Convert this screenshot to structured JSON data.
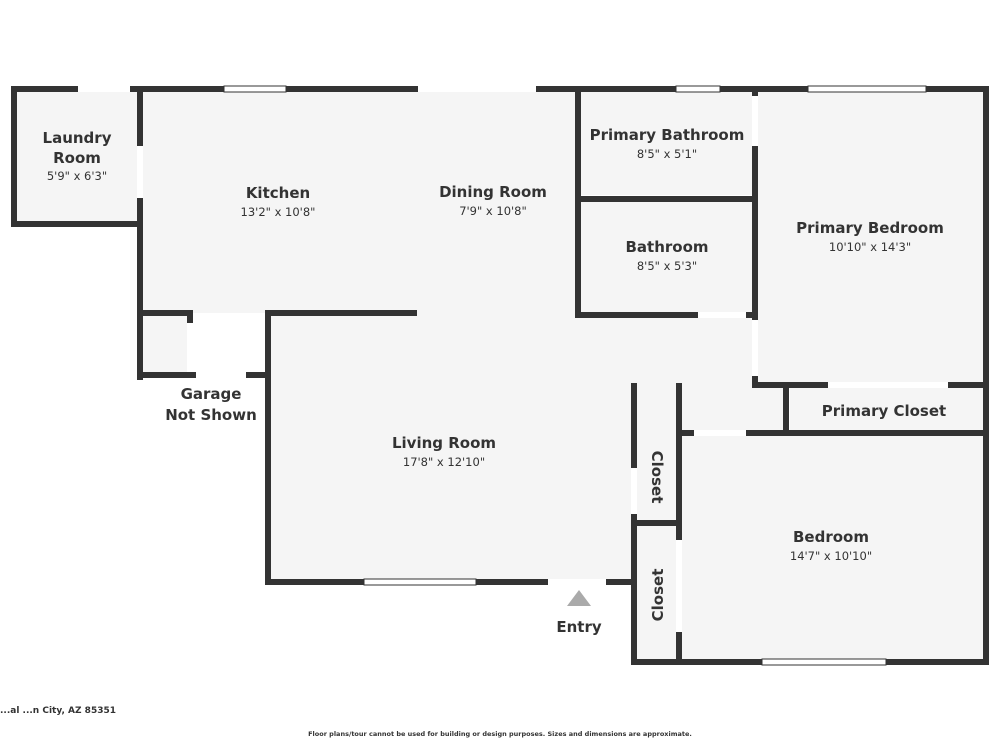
{
  "rooms": {
    "laundry": {
      "name_line1": "Laundry",
      "name_line2": "Room",
      "dims": "5'9\" x 6'3\""
    },
    "kitchen": {
      "name": "Kitchen",
      "dims": "13'2\" x 10'8\""
    },
    "dining": {
      "name": "Dining Room",
      "dims": "7'9\" x 10'8\""
    },
    "primary_bath": {
      "name": "Primary Bathroom",
      "dims": "8'5\" x 5'1\""
    },
    "bath": {
      "name": "Bathroom",
      "dims": "8'5\" x 5'3\""
    },
    "primary_bed": {
      "name": "Primary Bedroom",
      "dims": "10'10\" x 14'3\""
    },
    "primary_closet": {
      "name": "Primary Closet"
    },
    "living": {
      "name": "Living Room",
      "dims": "17'8\" x 12'10\""
    },
    "closet_upper": {
      "name": "Closet"
    },
    "closet_lower": {
      "name": "Closet"
    },
    "bedroom": {
      "name": "Bedroom",
      "dims": "14'7\" x 10'10\""
    }
  },
  "labels": {
    "garage_line1": "Garage",
    "garage_line2": "Not Shown",
    "entry": "Entry"
  },
  "footer": {
    "address": "...al ...n City, AZ 85351",
    "disclaimer": "Floor plans/tour cannot be used for building or design purposes. Sizes and dimensions are approximate."
  },
  "colors": {
    "wall": "#333333",
    "floor": "#f5f5f5",
    "window": "#ffffff",
    "entry_marker": "#aaaaaa"
  }
}
